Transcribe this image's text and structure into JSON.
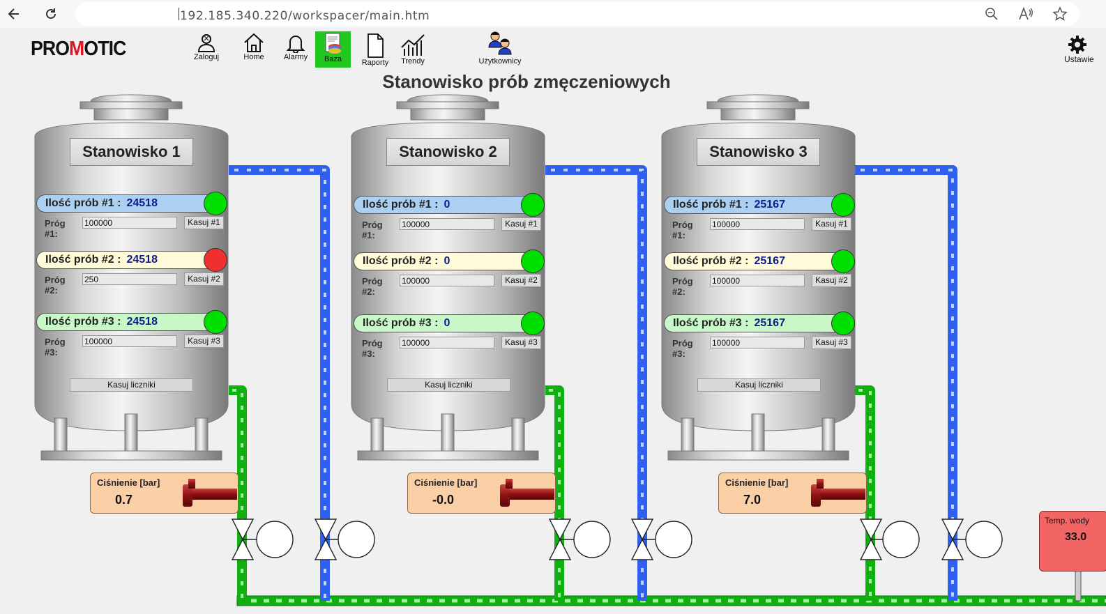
{
  "browser": {
    "url": "192.185.340.220/workspacer/main.htm",
    "back_icon": "arrow-left-icon",
    "reload_icon": "reload-icon",
    "zoom_icon": "zoom-icon",
    "read_aloud_icon": "read-aloud-icon",
    "favorite_icon": "star-icon"
  },
  "header": {
    "logo_prefix": "PRO",
    "logo_m": "M",
    "logo_suffix": "OTIC",
    "title": "Stanowisko prób zmęczeniowych",
    "settings_label": "Ustawie"
  },
  "toolbar": {
    "items": [
      {
        "label": "Zaloguj",
        "icon": "user-icon"
      },
      {
        "label": "Home",
        "icon": "home-icon"
      },
      {
        "label": "Alarmy",
        "icon": "bell-icon"
      },
      {
        "label": "Baza",
        "icon": "database-icon",
        "active": true
      },
      {
        "label": "Raporty",
        "icon": "report-icon"
      },
      {
        "label": "Trendy",
        "icon": "trend-icon"
      },
      {
        "label": "Użytkownicy",
        "icon": "users-icon"
      }
    ]
  },
  "colors": {
    "counter1_bg": "#acd0f2",
    "counter2_bg": "#fffbd8",
    "counter3_bg": "#c8f8c8",
    "led_ok": "#00e000",
    "led_alarm": "#f03030",
    "pipe_blue": "#3060f0",
    "pipe_green": "#10b010",
    "active_tool": "#1ec81e"
  },
  "stations": [
    {
      "name": "Stanowisko 1",
      "counters": [
        {
          "label": "Ilość prób #1 :",
          "value": "24518",
          "status": "ok"
        },
        {
          "label": "Ilość prób #2 :",
          "value": "24518",
          "status": "alarm"
        },
        {
          "label": "Ilość prób #3 :",
          "value": "24518",
          "status": "ok"
        }
      ],
      "thresholds": [
        {
          "label": "Próg #1:",
          "value": "100000",
          "button": "Kasuj #1"
        },
        {
          "label": "Próg #2:",
          "value": "250",
          "button": "Kasuj #2"
        },
        {
          "label": "Próg #3:",
          "value": "100000",
          "button": "Kasuj #3"
        }
      ],
      "reset_label": "Kasuj liczniki",
      "pressure_label": "Ciśnienie [bar]",
      "pressure_value": "0.7"
    },
    {
      "name": "Stanowisko 2",
      "counters": [
        {
          "label": "Ilość prób #1 :",
          "value": "0",
          "status": "ok"
        },
        {
          "label": "Ilość prób #2 :",
          "value": "0",
          "status": "ok"
        },
        {
          "label": "Ilość prób #3 :",
          "value": "0",
          "status": "ok"
        }
      ],
      "thresholds": [
        {
          "label": "Próg #1:",
          "value": "100000",
          "button": "Kasuj #1"
        },
        {
          "label": "Próg #2:",
          "value": "100000",
          "button": "Kasuj #2"
        },
        {
          "label": "Próg #3:",
          "value": "100000",
          "button": "Kasuj #3"
        }
      ],
      "reset_label": "Kasuj liczniki",
      "pressure_label": "Ciśnienie [bar]",
      "pressure_value": "-0.0"
    },
    {
      "name": "Stanowisko 3",
      "counters": [
        {
          "label": "Ilość prób #1 :",
          "value": "25167",
          "status": "ok"
        },
        {
          "label": "Ilość prób #2 :",
          "value": "25167",
          "status": "ok"
        },
        {
          "label": "Ilość prób #3 :",
          "value": "25167",
          "status": "ok"
        }
      ],
      "thresholds": [
        {
          "label": "Próg #1:",
          "value": "100000",
          "button": "Kasuj #1"
        },
        {
          "label": "Próg #2:",
          "value": "100000",
          "button": "Kasuj #2"
        },
        {
          "label": "Próg #3:",
          "value": "100000",
          "button": "Kasuj #3"
        }
      ],
      "reset_label": "Kasuj liczniki",
      "pressure_label": "Ciśnienie [bar]",
      "pressure_value": "7.0"
    }
  ],
  "temperature": {
    "label": "Temp. wody",
    "value": "33.0"
  }
}
